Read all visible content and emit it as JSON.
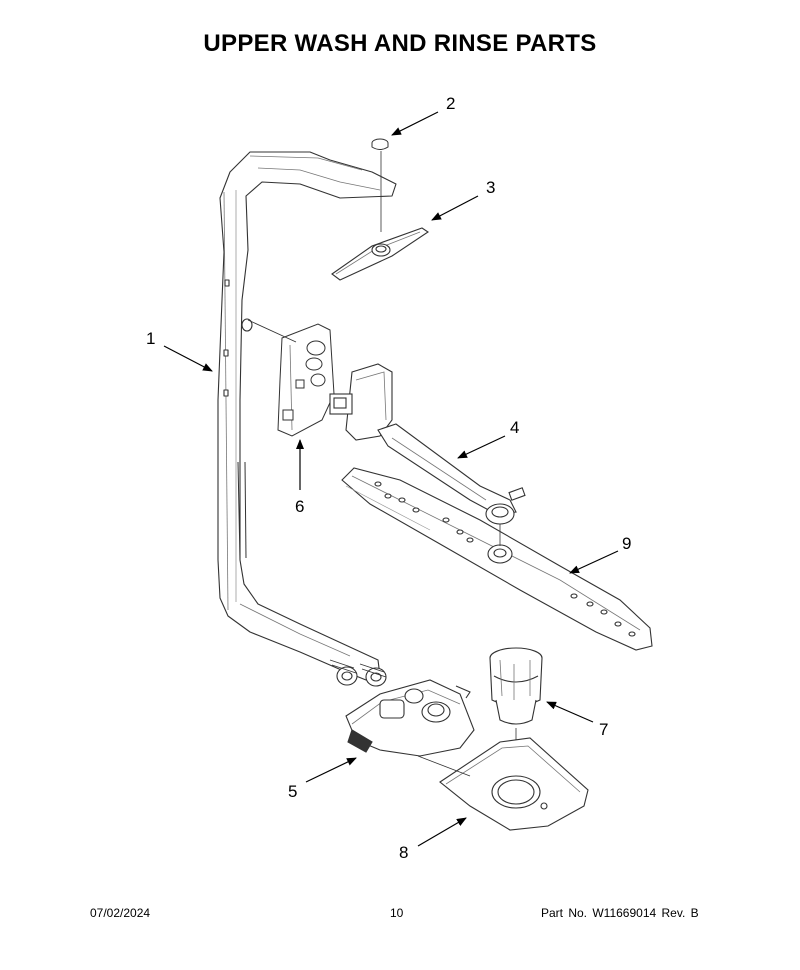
{
  "title": "UPPER WASH AND RINSE PARTS",
  "callouts": [
    "1",
    "2",
    "3",
    "4",
    "5",
    "6",
    "7",
    "8",
    "9"
  ],
  "footer": {
    "date": "07/02/2024",
    "page": "10",
    "part": "Part No.  W11669014  Rev.  B"
  }
}
